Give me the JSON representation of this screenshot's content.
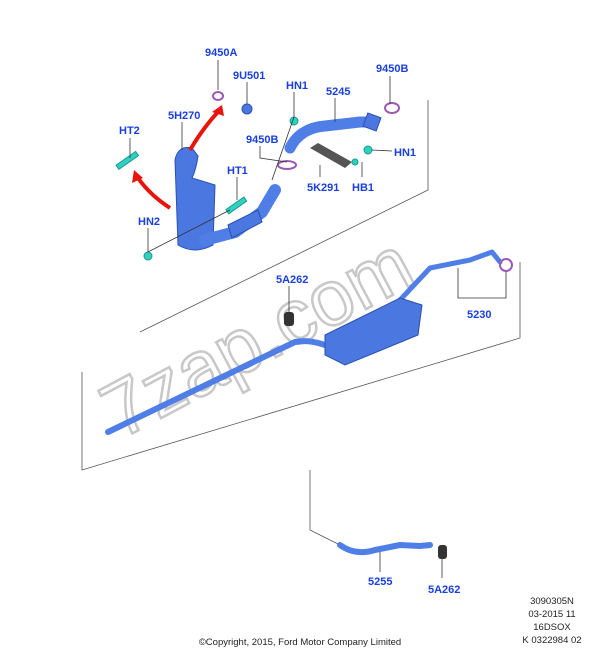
{
  "watermark": "7zap.com",
  "labels": {
    "l9450A": "9450A",
    "l9U501": "9U501",
    "lHN1a": "HN1",
    "l5245": "5245",
    "l9450Ba": "9450B",
    "l5H270": "5H270",
    "lHT2": "HT2",
    "l9450Bb": "9450B",
    "lHN1b": "HN1",
    "lHT1": "HT1",
    "l5K291": "5K291",
    "lHB1": "HB1",
    "lHN2": "HN2",
    "l5A262a": "5A262",
    "l5230": "5230",
    "l5255": "5255",
    "l5A262b": "5A262"
  },
  "meta": {
    "line1": "3090305N",
    "line2": "03-2015 11",
    "line3": "16DSOX",
    "line4": "K 0322984 02"
  },
  "copyright": "©Copyright, 2015, Ford Motor Company Limited",
  "colors": {
    "label": "#1a3fe0",
    "part": "#4a78e0",
    "clip": "#30d0c0",
    "gasket": "#9b59b6",
    "arrow": "#e8140c"
  }
}
